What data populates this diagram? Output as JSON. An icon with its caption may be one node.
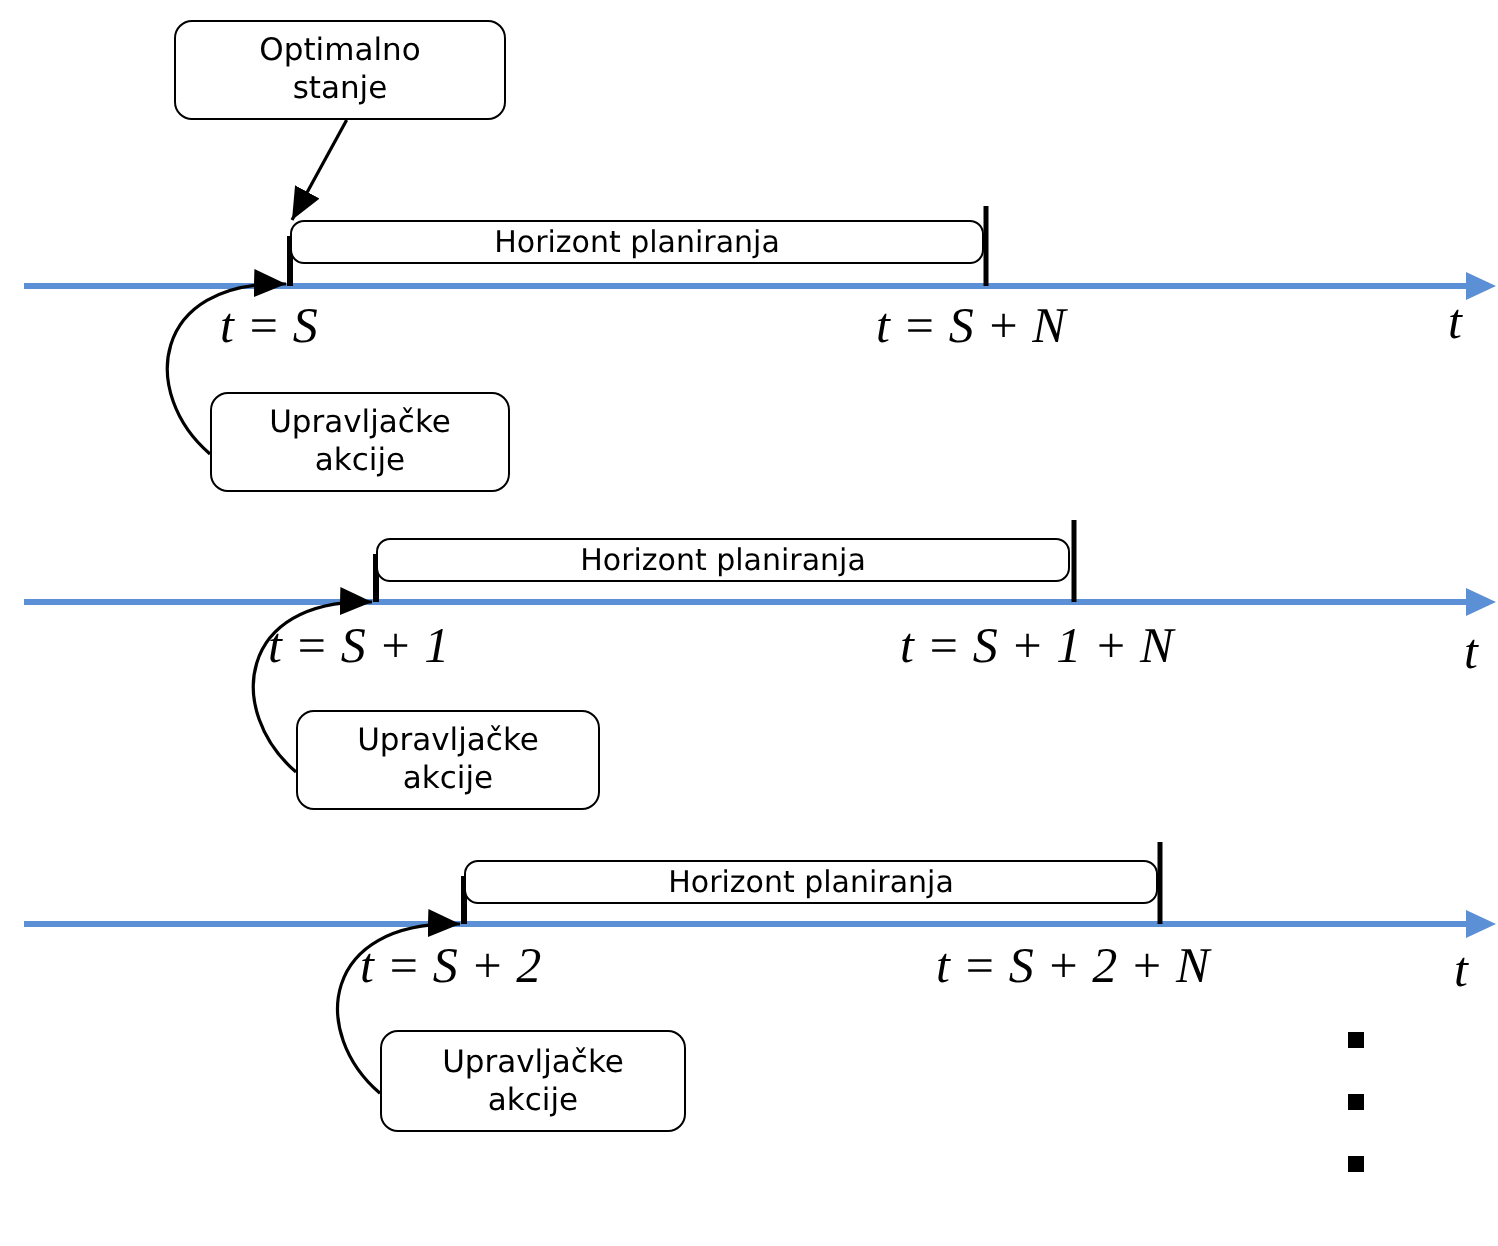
{
  "diagram": {
    "nodes": [
      {
        "text": [
          "Optimalno stanje"
        ]
      },
      {
        "text": [
          "Horizont planiranja"
        ]
      },
      {
        "text": [
          "Upravljačke akcije"
        ]
      },
      {
        "text": [
          "Horizont planiranja"
        ]
      },
      {
        "text": [
          "Upravljačke akcije"
        ]
      },
      {
        "text": [
          "Horizont planiranja"
        ]
      },
      {
        "text": [
          "Upravljačke akcije"
        ]
      }
    ],
    "edges": [
      {
        "from": 0,
        "to": 1,
        "arrow": "to"
      },
      {
        "from": 2,
        "to": 1,
        "arrow": "to"
      },
      {
        "from": 4,
        "to": 3,
        "arrow": "to"
      },
      {
        "from": 6,
        "to": 5,
        "arrow": "to"
      }
    ],
    "labels": [
      "t = S",
      "t = S + N",
      "t",
      "t = S + 1",
      "t = S + 1 + N",
      "t",
      "t = S + 2",
      "t = S + 2 + N",
      "t"
    ]
  }
}
